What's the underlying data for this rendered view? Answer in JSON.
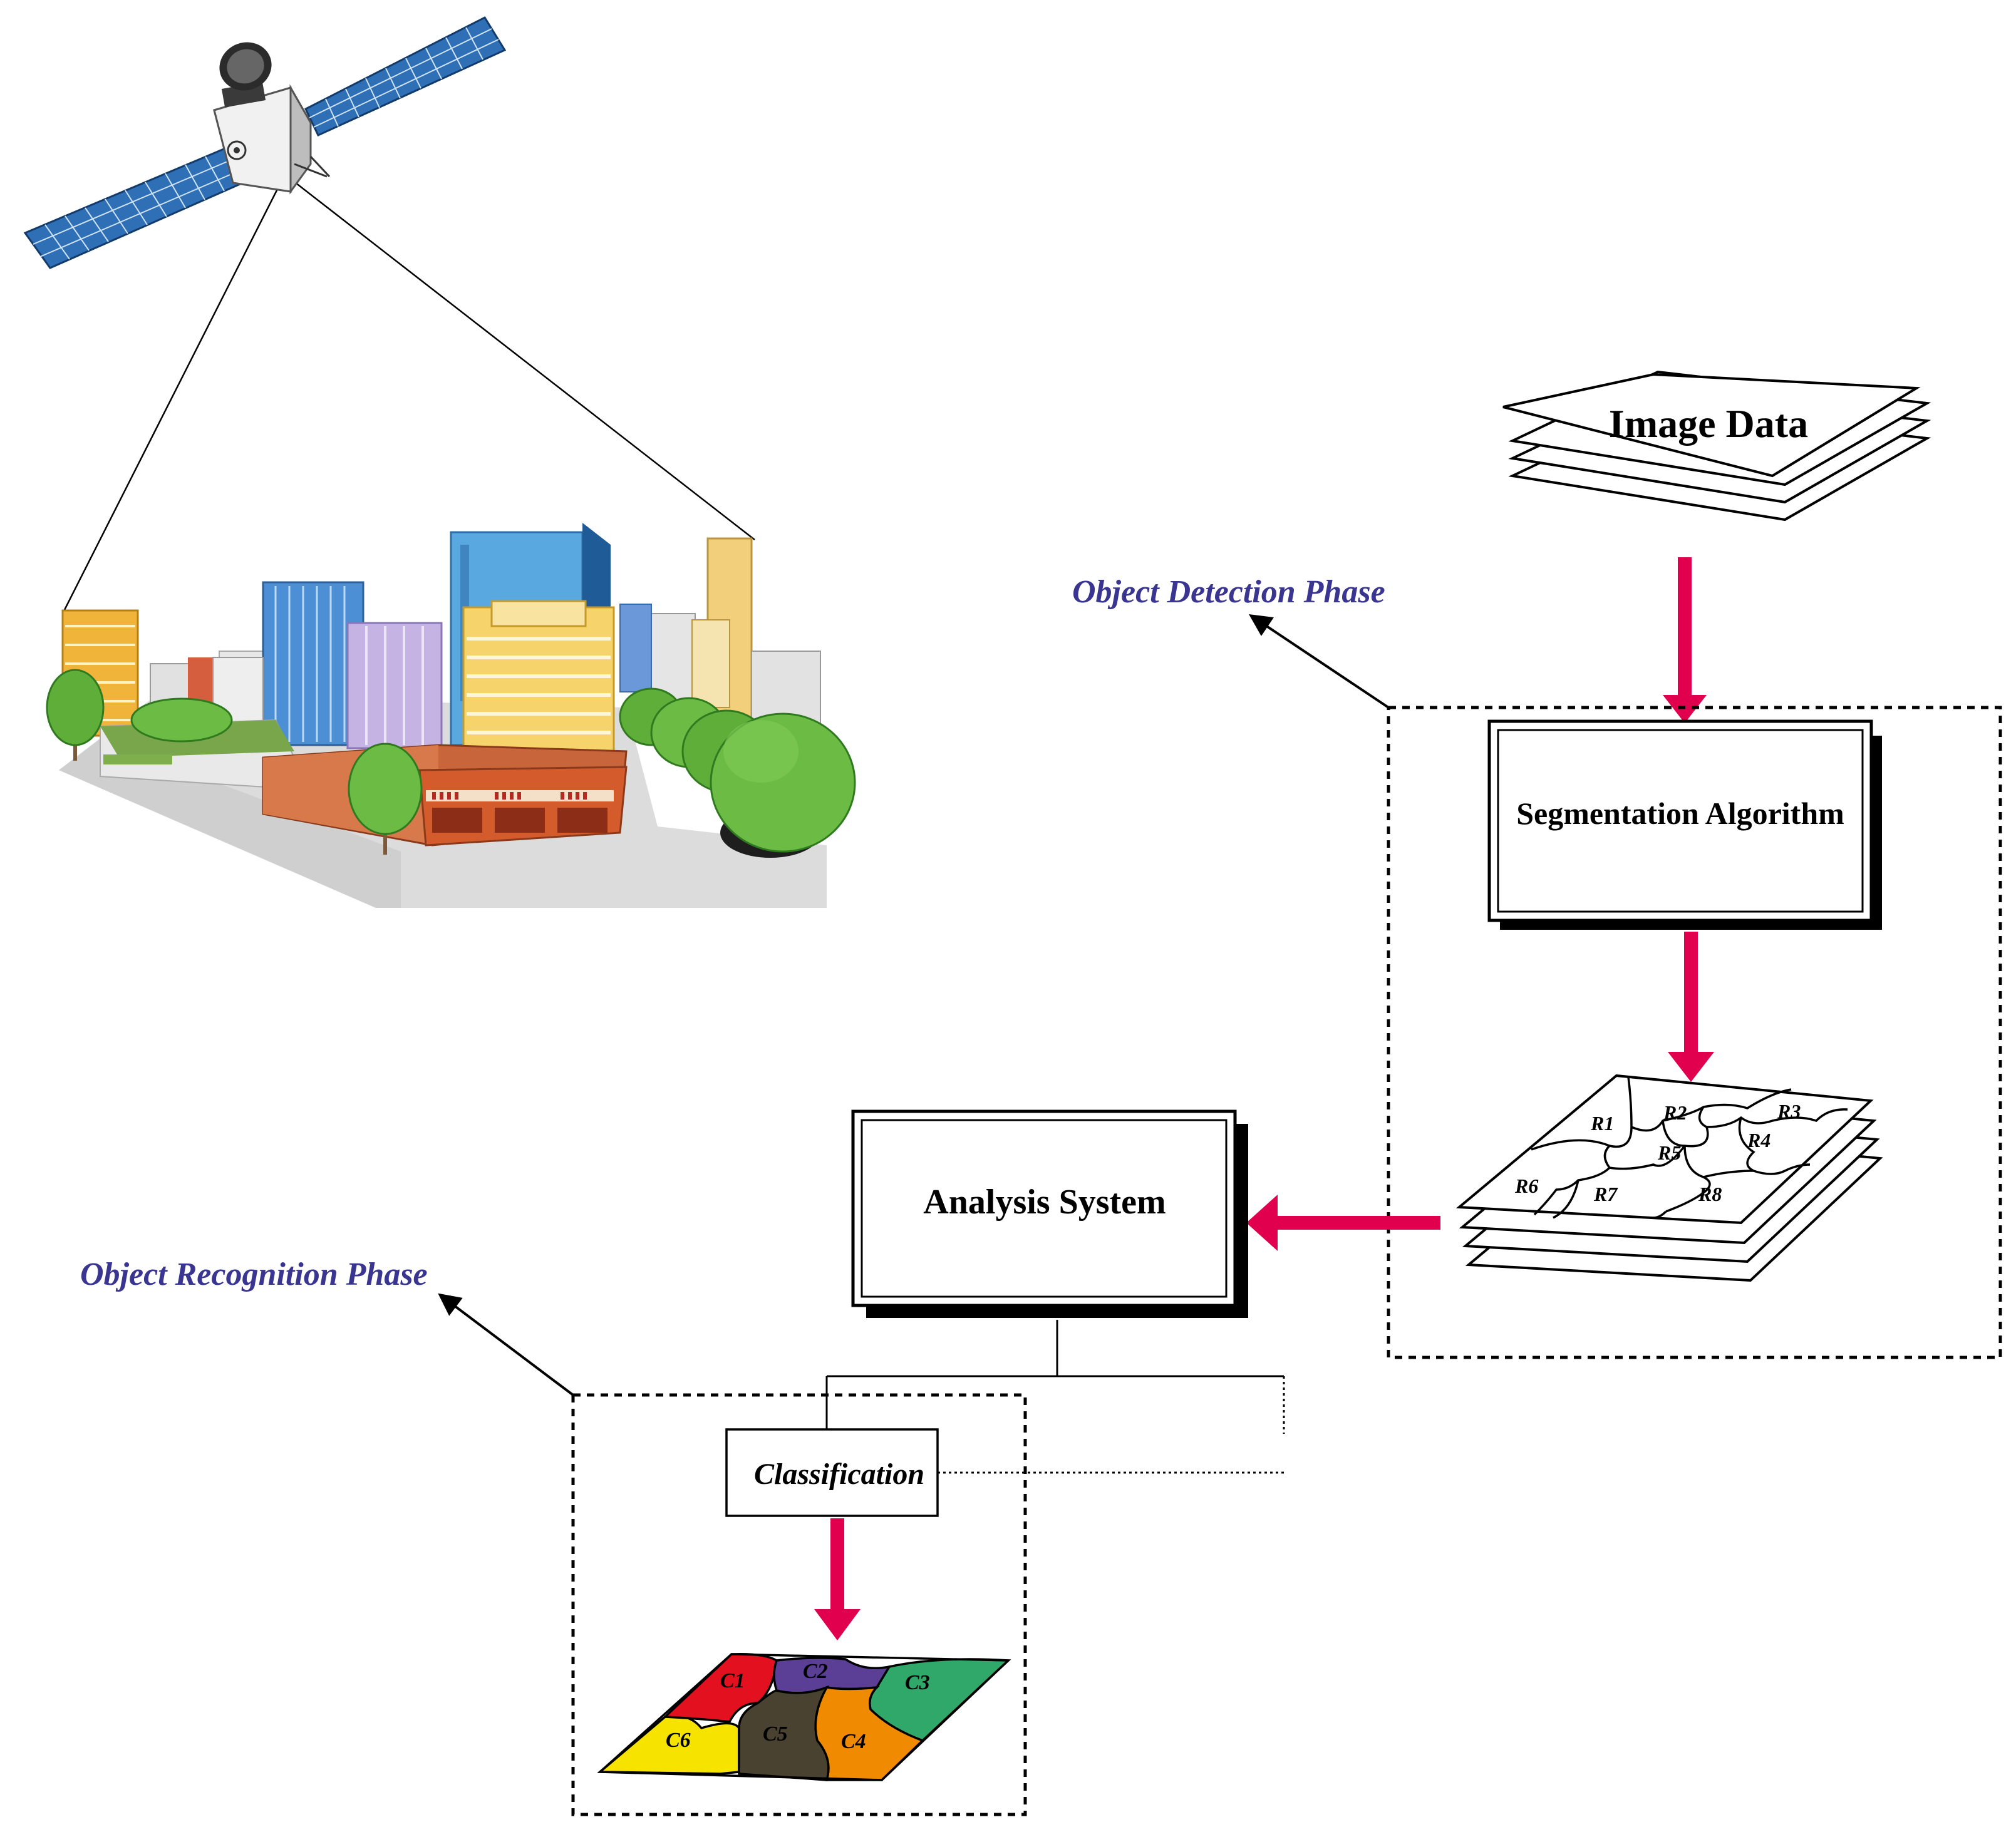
{
  "colors": {
    "arrow": "#e0004d",
    "phase_label": "#3a3590",
    "c1": "#e3101f",
    "c2": "#5b3f96",
    "c3": "#2fa86a",
    "c4": "#f08a00",
    "c5": "#4a4230",
    "c6": "#f6e300"
  },
  "icons": {
    "satellite": "satellite-icon",
    "city": "city-buildings-icon"
  },
  "labels": {
    "image_data": "Image Data",
    "segmentation": "Segmentation Algorithm",
    "analysis": "Analysis System",
    "classification": "Classification",
    "detection_phase": "Object Detection Phase",
    "recognition_phase": "Object Recognition Phase"
  },
  "regions": [
    "R1",
    "R2",
    "R3",
    "R4",
    "R5",
    "R6",
    "R7",
    "R8"
  ],
  "classes": [
    "C1",
    "C2",
    "C3",
    "C4",
    "C5",
    "C6"
  ]
}
